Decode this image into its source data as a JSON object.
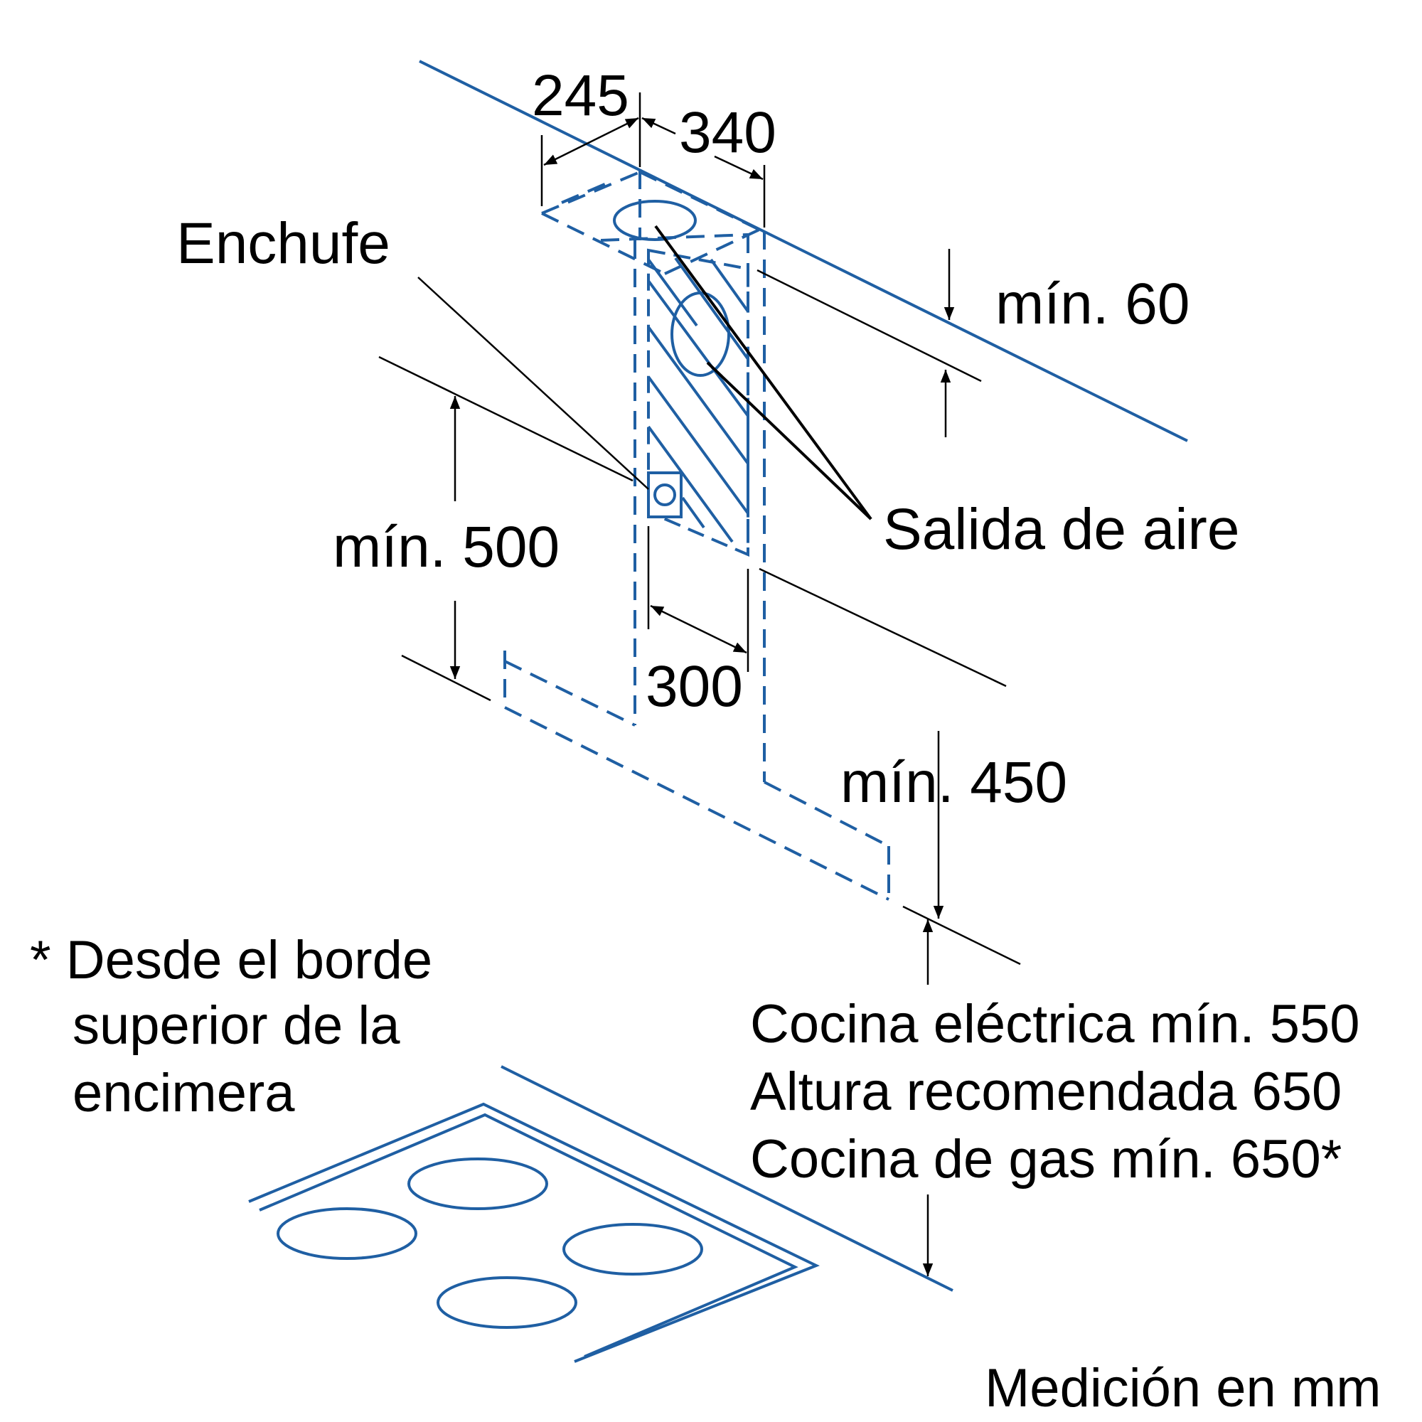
{
  "labels": {
    "dim_245": "245",
    "dim_340": "340",
    "enchufe": "Enchufe",
    "min_60": "mín. 60",
    "salida": "Salida de aire",
    "min_500": "mín. 500",
    "dim_300": "300",
    "min_450": "mín. 450",
    "footnote": [
      "* Desde el borde",
      "superior de la",
      "encimera"
    ],
    "heights": [
      "Cocina eléctrica mín. 550",
      "Altura recomendada 650",
      "Cocina de gas mín. 650*"
    ],
    "units": "Medición en mm"
  },
  "colors": {
    "blue": "#1f5fa3",
    "black": "#000000"
  }
}
